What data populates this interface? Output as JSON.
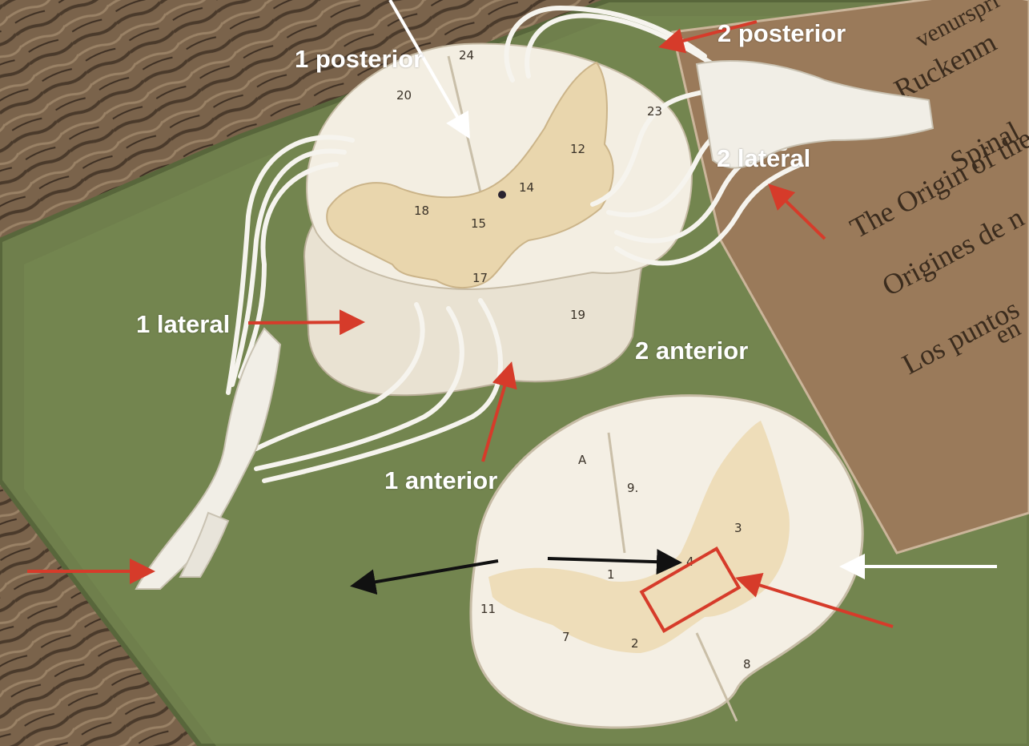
{
  "labels": {
    "posterior_1": "1 posterior",
    "posterior_2": "2 posterior",
    "lateral_1": "1 lateral",
    "lateral_2": "2 lateral",
    "anterior_1": "1 anterior",
    "anterior_2": "2 anterior"
  },
  "model_numbers": [
    "24",
    "20",
    "23",
    "12",
    "18",
    "14",
    "15",
    "17",
    "19",
    "9.",
    "A",
    "11",
    "7",
    "1",
    "2",
    "3",
    "8",
    "4"
  ],
  "placard_lines": [
    "venurspri",
    "Ruckenm",
    "The Origin of the",
    "Spinal",
    "Origines de n",
    "Los puntos",
    "en"
  ],
  "colors": {
    "red_arrow": "#d63b2a",
    "white_arrow": "#ffffff",
    "black_arrow": "#111111",
    "cord_tissue": "#f3eee2",
    "gray_matter": "#e9d6ad",
    "green_base": "#6f7f4c",
    "placard": "#9a7a5a"
  }
}
